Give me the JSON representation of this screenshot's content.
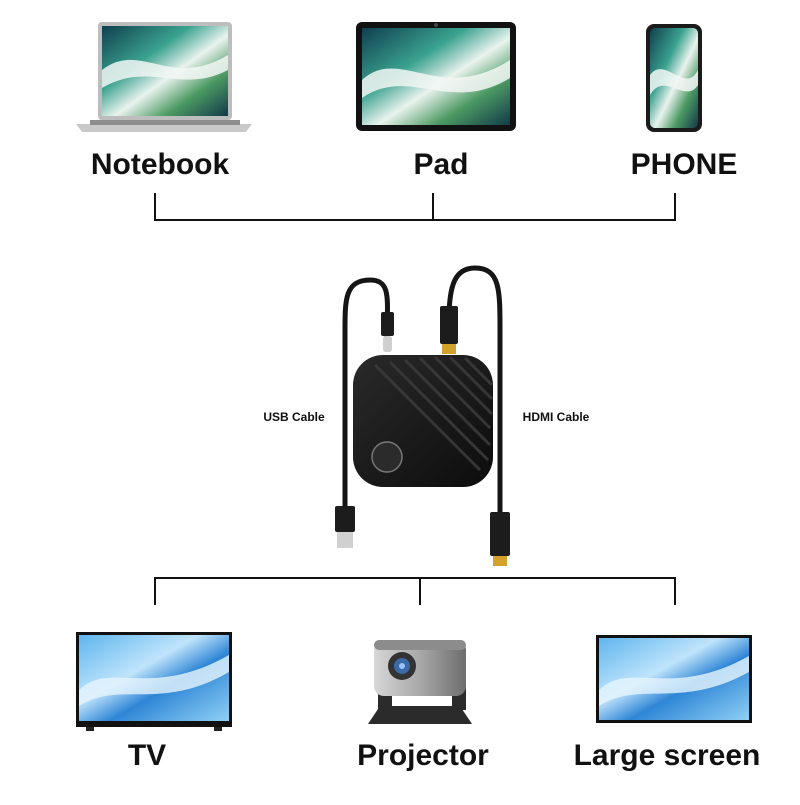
{
  "top_devices": [
    {
      "name": "Notebook",
      "icon": "laptop-icon"
    },
    {
      "name": "Pad",
      "icon": "tablet-icon"
    },
    {
      "name": "PHONE",
      "icon": "phone-icon"
    }
  ],
  "center_device": {
    "icon": "wireless-dongle-icon",
    "usb_cable_label": "USB Cable",
    "hdmi_cable_label": "HDMI Cable"
  },
  "bottom_devices": [
    {
      "name": "TV",
      "icon": "tv-icon"
    },
    {
      "name": "Projector",
      "icon": "projector-icon"
    },
    {
      "name": "Large screen",
      "icon": "monitor-icon"
    }
  ],
  "colors": {
    "line": "#111111",
    "device_body": "#1a1a1a",
    "screen_teal": "#2f8f83",
    "screen_blue": "#4aa3e0",
    "connector_gold": "#d4a22a"
  }
}
